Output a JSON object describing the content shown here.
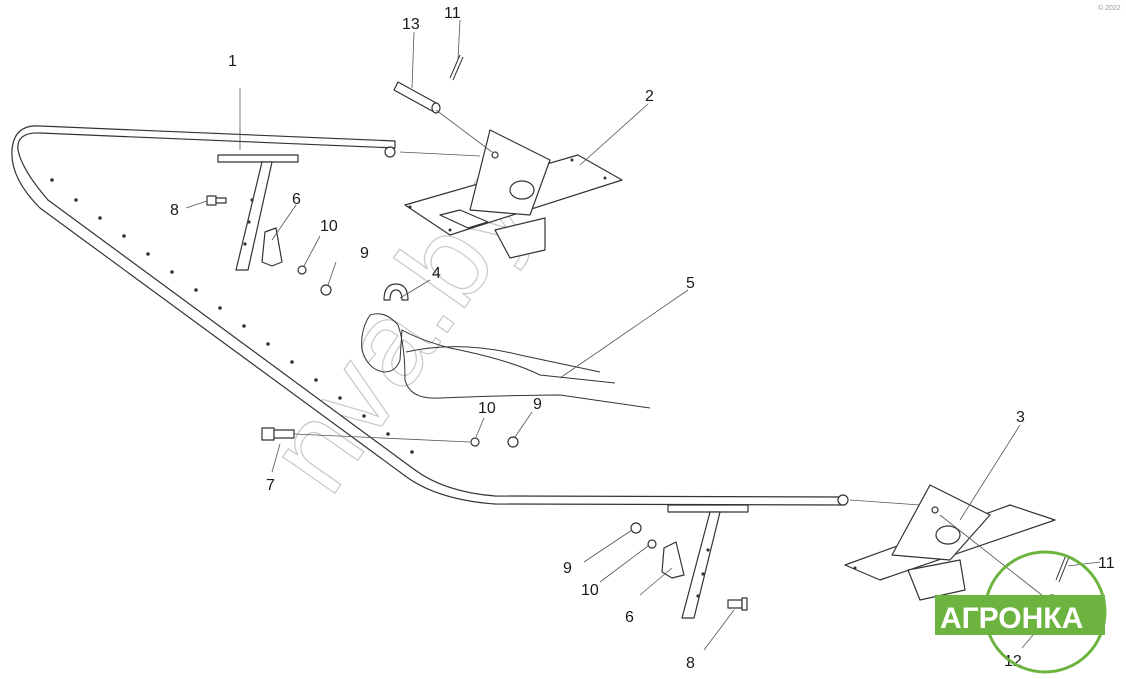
{
  "diagram": {
    "callouts": [
      {
        "id": "c1",
        "label": "1"
      },
      {
        "id": "c2",
        "label": "2"
      },
      {
        "id": "c3",
        "label": "3"
      },
      {
        "id": "c4",
        "label": "4"
      },
      {
        "id": "c5",
        "label": "5"
      },
      {
        "id": "c6a",
        "label": "6"
      },
      {
        "id": "c6b",
        "label": "6"
      },
      {
        "id": "c7",
        "label": "7"
      },
      {
        "id": "c8a",
        "label": "8"
      },
      {
        "id": "c8b",
        "label": "8"
      },
      {
        "id": "c9a",
        "label": "9"
      },
      {
        "id": "c9b",
        "label": "9"
      },
      {
        "id": "c9c",
        "label": "9"
      },
      {
        "id": "c10a",
        "label": "10"
      },
      {
        "id": "c10b",
        "label": "10"
      },
      {
        "id": "c10c",
        "label": "10"
      },
      {
        "id": "c11a",
        "label": "11"
      },
      {
        "id": "c11b",
        "label": "11"
      },
      {
        "id": "c12",
        "label": "12"
      },
      {
        "id": "c13",
        "label": "13"
      }
    ]
  },
  "watermark": {
    "text": "nva.by"
  },
  "brand": {
    "text": "АГРОНКА",
    "color": "#6db33f"
  },
  "corner_mark": {
    "text": "© 2022"
  }
}
